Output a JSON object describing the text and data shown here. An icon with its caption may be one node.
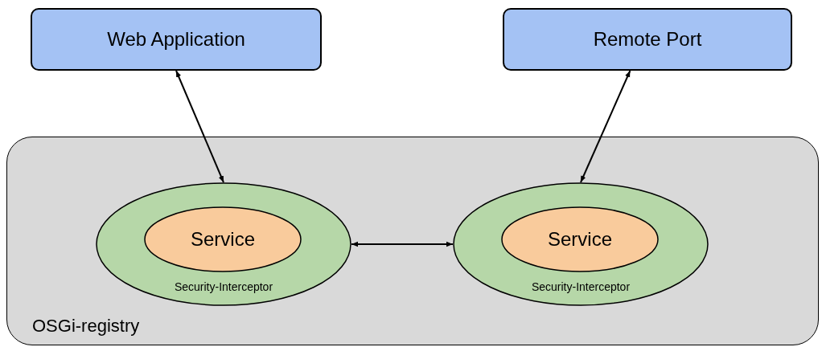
{
  "diagram": {
    "nodes": [
      {
        "text": [
          "Web Application"
        ]
      },
      {
        "text": [
          "Remote Port"
        ]
      },
      {
        "text": [
          "OSGi-registry"
        ]
      },
      {
        "text": [
          "Security-Interceptor"
        ],
        "in": 2
      },
      {
        "text": [
          "Service"
        ],
        "in": 3
      },
      {
        "text": [
          "Security-Interceptor"
        ],
        "in": 2
      },
      {
        "text": [
          "Service"
        ],
        "in": 5
      }
    ],
    "edges": [
      {
        "from": 0,
        "to": 3,
        "arrow": "both"
      },
      {
        "from": 1,
        "to": 5,
        "arrow": "both"
      },
      {
        "from": 3,
        "to": 5,
        "arrow": "both"
      }
    ]
  }
}
